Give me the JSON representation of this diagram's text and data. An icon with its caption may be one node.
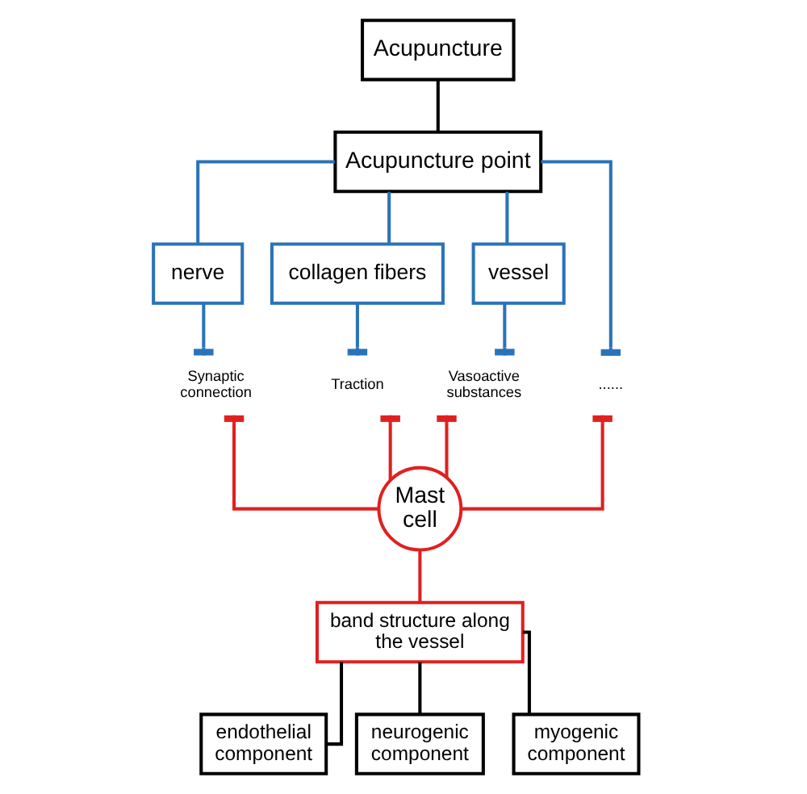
{
  "diagram": {
    "nodes": [
      {
        "text": [
          "Acupuncture"
        ]
      },
      {
        "text": [
          "Acupuncture point"
        ]
      },
      {
        "text": [
          "nerve"
        ]
      },
      {
        "text": [
          "collagen fibers"
        ]
      },
      {
        "text": [
          "vessel"
        ]
      },
      {
        "text": [
          "Synaptic connection"
        ]
      },
      {
        "text": [
          "Traction"
        ]
      },
      {
        "text": [
          "Vasoactive substances"
        ]
      },
      {
        "text": [
          "......"
        ]
      },
      {
        "text": [
          "Mast cell"
        ]
      },
      {
        "text": [
          "band structure along the vessel"
        ]
      },
      {
        "text": [
          "endothelial component"
        ]
      },
      {
        "text": [
          "neurogenic component"
        ]
      },
      {
        "text": [
          "myogenic component"
        ]
      }
    ],
    "edges": [
      {
        "from": 0,
        "to": 1,
        "arrow": "none",
        "color": "#000000"
      },
      {
        "from": 1,
        "to": 2,
        "arrow": "none"
      },
      {
        "from": 1,
        "to": 3,
        "arrow": "none"
      },
      {
        "from": 1,
        "to": 4,
        "arrow": "none"
      },
      {
        "from": 1,
        "to": 8,
        "arrow": "other"
      },
      {
        "from": 2,
        "to": 5,
        "arrow": "other"
      },
      {
        "from": 3,
        "to": 6,
        "arrow": "other"
      },
      {
        "from": 4,
        "to": 7,
        "arrow": "other"
      },
      {
        "from": 5,
        "to": 9,
        "arrow": "other",
        "color": "#e02020"
      },
      {
        "from": 6,
        "to": 9,
        "arrow": "other",
        "color": "#e02020"
      },
      {
        "from": 7,
        "to": 9,
        "arrow": "other",
        "color": "#e02020"
      },
      {
        "from": 8,
        "to": 9,
        "arrow": "other",
        "color": "#e02020"
      },
      {
        "from": 9,
        "to": 10,
        "arrow": "none",
        "color": "#e02020"
      },
      {
        "from": 10,
        "to": 11,
        "arrow": "none",
        "color": "#000000"
      },
      {
        "from": 10,
        "to": 12,
        "arrow": "none",
        "color": "#000000"
      },
      {
        "from": 10,
        "to": 13,
        "arrow": "none",
        "color": "#000000"
      }
    ]
  }
}
